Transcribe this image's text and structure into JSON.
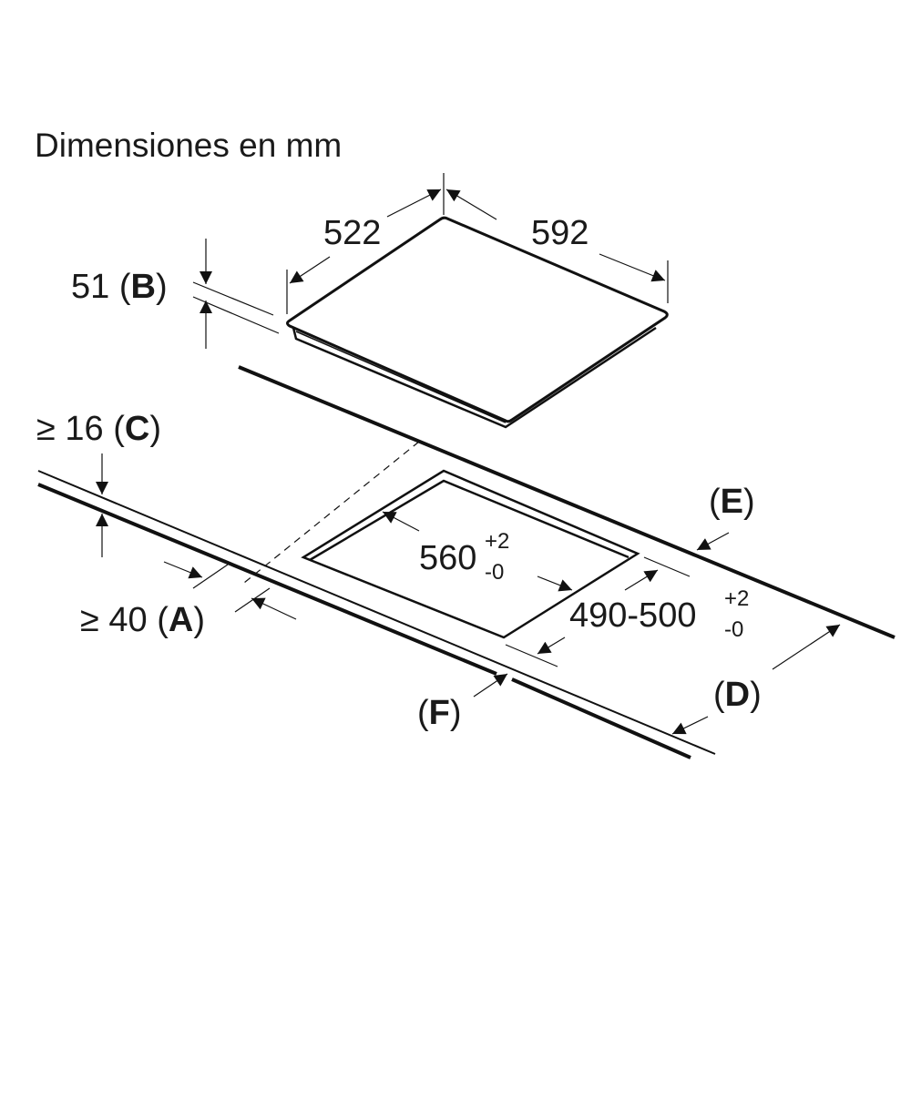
{
  "title": "Dimensiones en mm",
  "hob": {
    "depth": "522",
    "width": "592",
    "height_value": "51",
    "height_label": "B"
  },
  "countertop": {
    "thickness_prefix": "≥ 16",
    "thickness_label": "C",
    "front_gap_prefix": "≥ 40",
    "front_gap_label": "A",
    "label_d": "D",
    "label_e": "E",
    "label_f": "F"
  },
  "cutout": {
    "width_value": "560",
    "width_tol_plus": "+2",
    "width_tol_minus": "-0",
    "depth_value": "490-500",
    "depth_tol_plus": "+2",
    "depth_tol_minus": "-0"
  }
}
